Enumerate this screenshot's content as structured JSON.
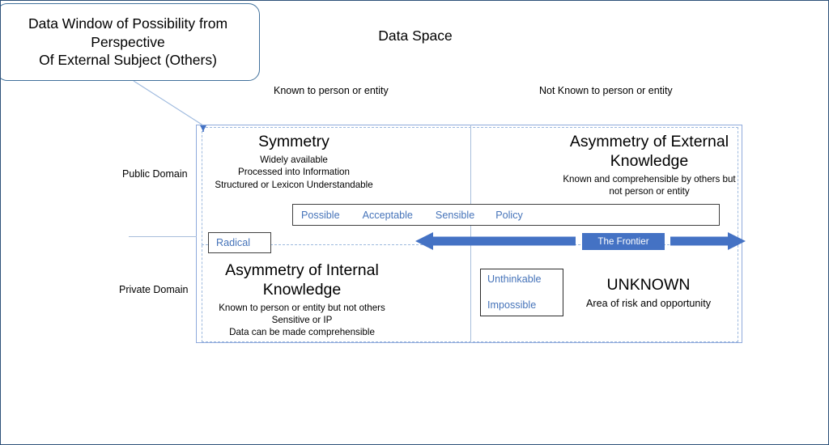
{
  "page": {
    "title": "Data Space",
    "border_color": "#2E5179",
    "accent_blue": "#4472C4",
    "link_blue": "#4573B9",
    "frame_blue": "#8FAADC"
  },
  "callout": {
    "line1": "Data Window of Possibility from",
    "line2": "Perspective",
    "line3": "Of External Subject (Others)"
  },
  "column_headers": {
    "known": "Known to person or entity",
    "not_known": "Not Known to person or entity"
  },
  "row_labels": {
    "public": "Public Domain",
    "private": "Private Domain"
  },
  "quadrants": {
    "top_left": {
      "title": "Symmetry",
      "sub1": "Widely available",
      "sub2": "Processed into Information",
      "sub3": "Structured or Lexicon Understandable"
    },
    "top_right": {
      "title": "Asymmetry of External Knowledge",
      "sub1": "Known and comprehensible by others but",
      "sub2": "not person or entity"
    },
    "bottom_left": {
      "title": "Asymmetry of Internal Knowledge",
      "sub1": "Known to person or entity but not others",
      "sub2": "Sensitive or IP",
      "sub3": "Data can be made comprehensible"
    },
    "bottom_right": {
      "title": "UNKNOWN",
      "sub1": "Area of risk and opportunity"
    }
  },
  "option_bar": {
    "options": [
      "Possible",
      "Acceptable",
      "Sensible",
      "Policy"
    ]
  },
  "radical": {
    "label": "Radical"
  },
  "frontier": {
    "label": "The Frontier"
  },
  "unthinkable_box": {
    "line1": "Unthinkable",
    "line2": "Impossible"
  }
}
